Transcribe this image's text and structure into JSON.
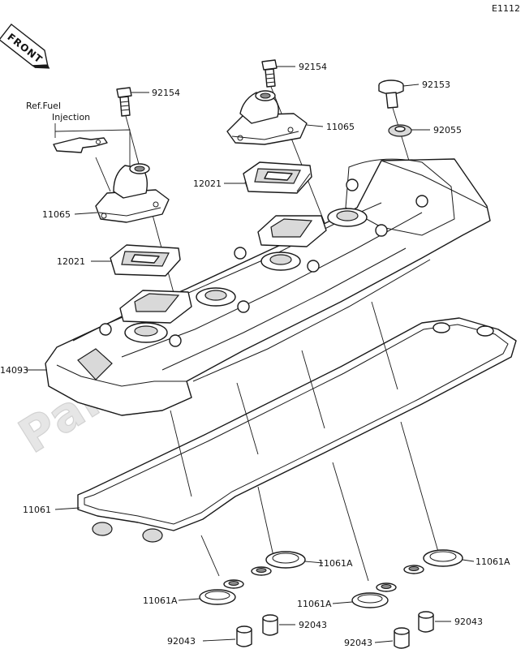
{
  "diagram_code": "E1112",
  "front_badge": "FRONT",
  "watermark": "PartsRepublik",
  "ref_note": {
    "line1": "Ref.Fuel",
    "line2": "Injection"
  },
  "labels": {
    "bolt_92154_a": "92154",
    "bolt_92154_b": "92154",
    "bolt_92153": "92153",
    "washer_92055": "92055",
    "cap_11065_a": "11065",
    "cap_11065_b": "11065",
    "gasket_12021_a": "12021",
    "gasket_12021_b": "12021",
    "cover_14093": "14093",
    "gasket_11061": "11061",
    "ring_11061a_1": "11061A",
    "ring_11061a_2": "11061A",
    "ring_11061a_3": "11061A",
    "ring_11061a_4": "11061A",
    "collar_92043_1": "92043",
    "collar_92043_2": "92043",
    "collar_92043_3": "92043",
    "collar_92043_4": "92043"
  }
}
